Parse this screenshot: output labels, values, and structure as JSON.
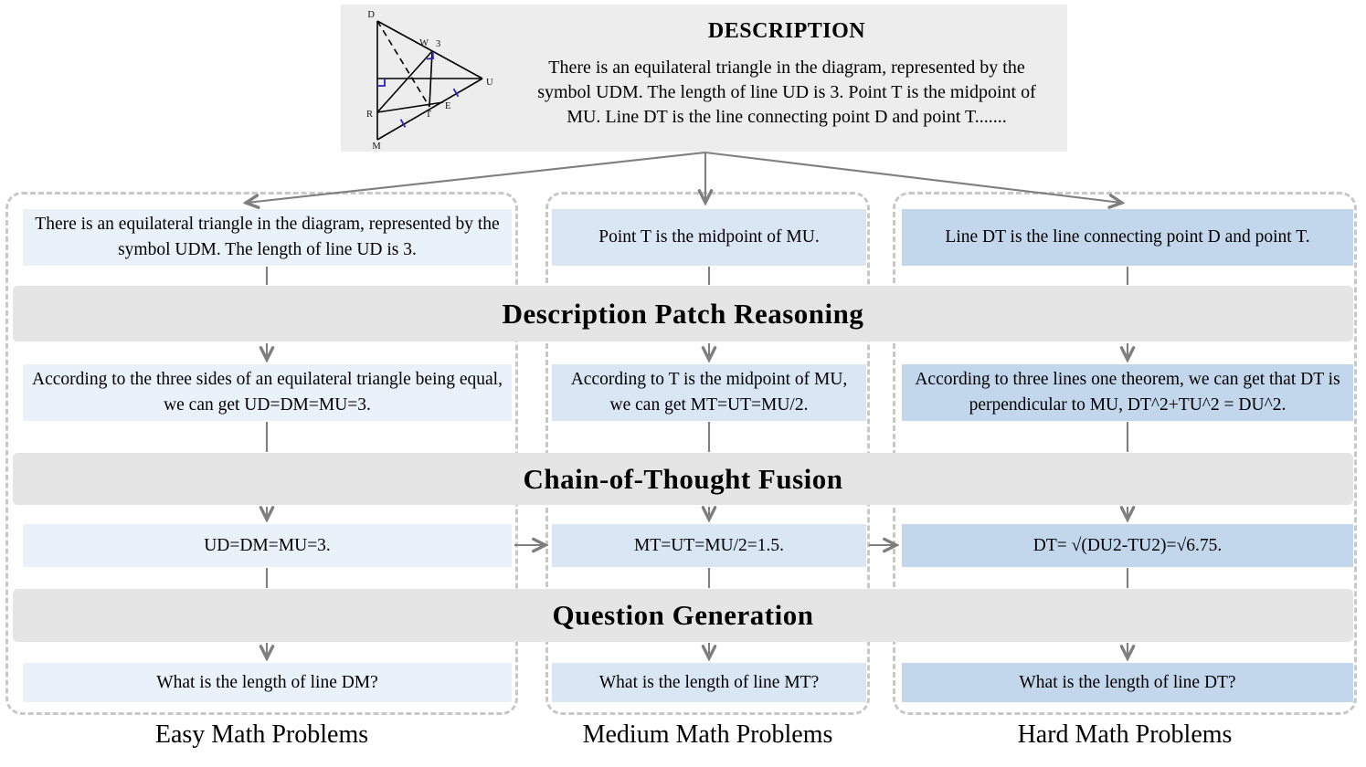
{
  "description_panel": {
    "title": "DESCRIPTION",
    "body": "There is an equilateral triangle in the diagram, represented by the symbol UDM. The length of line UD is 3. Point T is the midpoint of MU. Line DT is the line connecting point D and point T.......",
    "diagram_labels": {
      "d": "D",
      "w": "W",
      "three": "3",
      "u": "U",
      "r": "R",
      "e": "E",
      "t": "T",
      "m": "M"
    }
  },
  "stages": {
    "patch_reasoning": "Description Patch Reasoning",
    "cot_fusion": "Chain-of-Thought Fusion",
    "question_generation": "Question Generation"
  },
  "columns": [
    {
      "id": "easy",
      "label": "Easy Math Problems",
      "box_color": "#e9f1fa",
      "patch": "There is an equilateral triangle in the diagram, represented by the symbol UDM.  The length of line UD is 3.",
      "reasoning": "According to the three sides of an equilateral triangle being equal, we can get UD=DM=MU=3.",
      "fusion": "UD=DM=MU=3.",
      "question": "What is the length of line DM?"
    },
    {
      "id": "medium",
      "label": "Medium Math Problems",
      "box_color": "#d9e6f4",
      "patch": "Point T is the midpoint of MU.",
      "reasoning": "According to T is the midpoint of MU, we can get MT=UT=MU/2.",
      "fusion": "MT=UT=MU/2=1.5.",
      "question": "What is the length of line MT?"
    },
    {
      "id": "hard",
      "label": "Hard Math Problems",
      "box_color": "#c2d6ec",
      "patch": "Line DT  is the line connecting point D and point T.",
      "reasoning": "According to three lines one theorem, we can get that DT  is perpendicular to MU, DT^2+TU^2  = DU^2.",
      "fusion": "DT= √(DU2-TU2)=√6.75.",
      "question": "What is the length of line DT?"
    }
  ],
  "colors": {
    "easy_box": "#e9f1fa",
    "medium_box": "#d9e6f4",
    "hard_box": "#c2d6ec",
    "stage_band": "#e5e5e5",
    "description_bg": "#ededed",
    "arrow": "#7f7f7f",
    "dashed_border": "#c8c8c8",
    "diagram_mark": "#2222cc"
  }
}
